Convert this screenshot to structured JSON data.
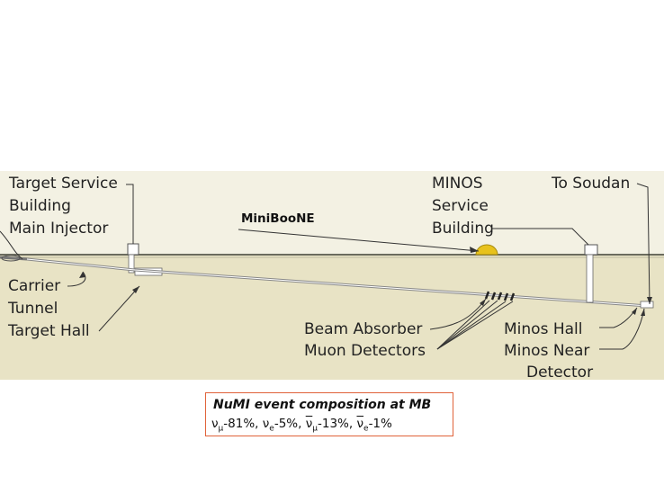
{
  "labels": {
    "target_service_1": "Target Service",
    "target_service_2": "Building",
    "main_injector": "Main Injector",
    "carrier_1": "Carrier",
    "carrier_2": "Tunnel",
    "target_hall": "Target Hall",
    "miniboone": "MiniBooNE",
    "minos_service_1": "MINOS",
    "minos_service_2": "Service",
    "minos_service_3": "Building",
    "to_soudan": "To Soudan",
    "beam_absorber": "Beam Absorber",
    "muon_detectors": "Muon Detectors",
    "minos_hall": "Minos Hall",
    "minos_near_1": "Minos Near",
    "minos_near_2": "Detector"
  },
  "composition": {
    "title": "NuMI event composition at MB",
    "nu": "ν",
    "mu": "μ",
    "e": "e",
    "numu_value": "-81%, ",
    "nue_value": "-5%, ",
    "numubar_value": "-13%, ",
    "nuebar_value": "-1%"
  },
  "colors": {
    "sky": "#f3f1e3",
    "ground": "#e8e3c5",
    "surface": "#6b6b5e",
    "dome": "#e8c21c",
    "box_border": "#e0623a"
  }
}
